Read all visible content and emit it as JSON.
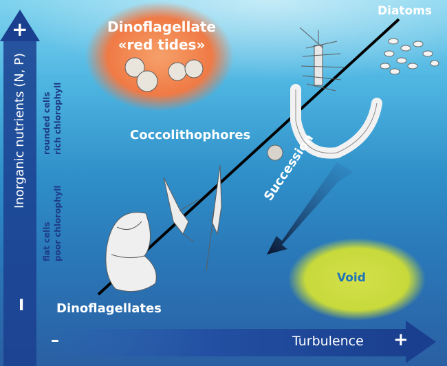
{
  "labels": {
    "diatoms": "Diatoms",
    "red_tides_line1": "Dinoflagellate",
    "red_tides_line2": "«red tides»",
    "coccolithophores": "Coccolithophores",
    "succession": "Succession",
    "void": "Void",
    "dinoflagellates": "Dinoflagellates"
  },
  "y_axis": {
    "label": "Inorganic nutrients (N, P)",
    "plus": "+",
    "minus": "I",
    "upper_note_line1": "rounded cells",
    "upper_note_line2": "rich chlorophyll",
    "lower_note_line1": "flat cells",
    "lower_note_line2": "poor chlorophyll"
  },
  "x_axis": {
    "label": "Turbulence",
    "minus": "–",
    "plus": "+"
  },
  "colors": {
    "red_tide_blob": "#f07a45",
    "void_blob": "#c7d93b",
    "void_text": "#1f73b7",
    "axis_blue": "#1b3f8f",
    "note_text": "#1d3b86",
    "diagonal": "#000000"
  }
}
